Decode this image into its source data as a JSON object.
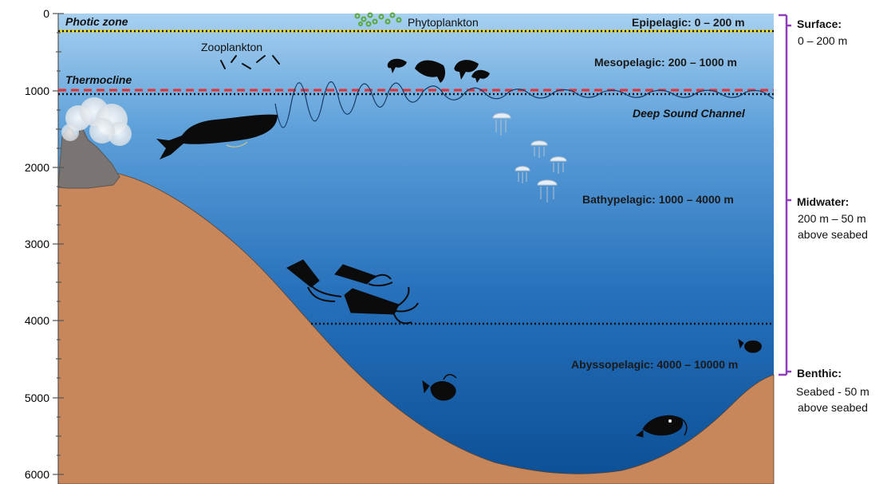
{
  "depth_axis": {
    "ticks": [
      "0",
      "1000",
      "2000",
      "3000",
      "4000",
      "5000",
      "6000"
    ]
  },
  "labels": {
    "photic_zone": "Photic zone",
    "thermocline": "Thermocline",
    "deep_sound_channel": "Deep Sound Channel",
    "phytoplankton": "Phytoplankton",
    "zooplankton": "Zooplankton"
  },
  "zones": {
    "epipelagic": "Epipelagic: 0 – 200 m",
    "mesopelagic": "Mesopelagic: 200 – 1000 m",
    "bathypelagic": "Bathypelagic: 1000 – 4000 m",
    "abyssopelagic": "Abyssopelagic: 4000 – 10000 m"
  },
  "side_labels": {
    "surface": {
      "title": "Surface:",
      "sub": "0 – 200 m"
    },
    "midwater": {
      "title": "Midwater:",
      "sub1": "200 m – 50 m",
      "sub2": "above seabed"
    },
    "benthic": {
      "title": "Benthic:",
      "sub1": "Seabed - 50 m",
      "sub2": "above seabed"
    }
  },
  "colors": {
    "water_top": "#9fcbef",
    "water_bottom": "#0f5aa0",
    "seabed": "#c8875a",
    "volcano": "#7a7573",
    "bracket": "#8e3dbb",
    "thermocline_line": "#e53030",
    "phytoplankton": "#5aa83a"
  }
}
